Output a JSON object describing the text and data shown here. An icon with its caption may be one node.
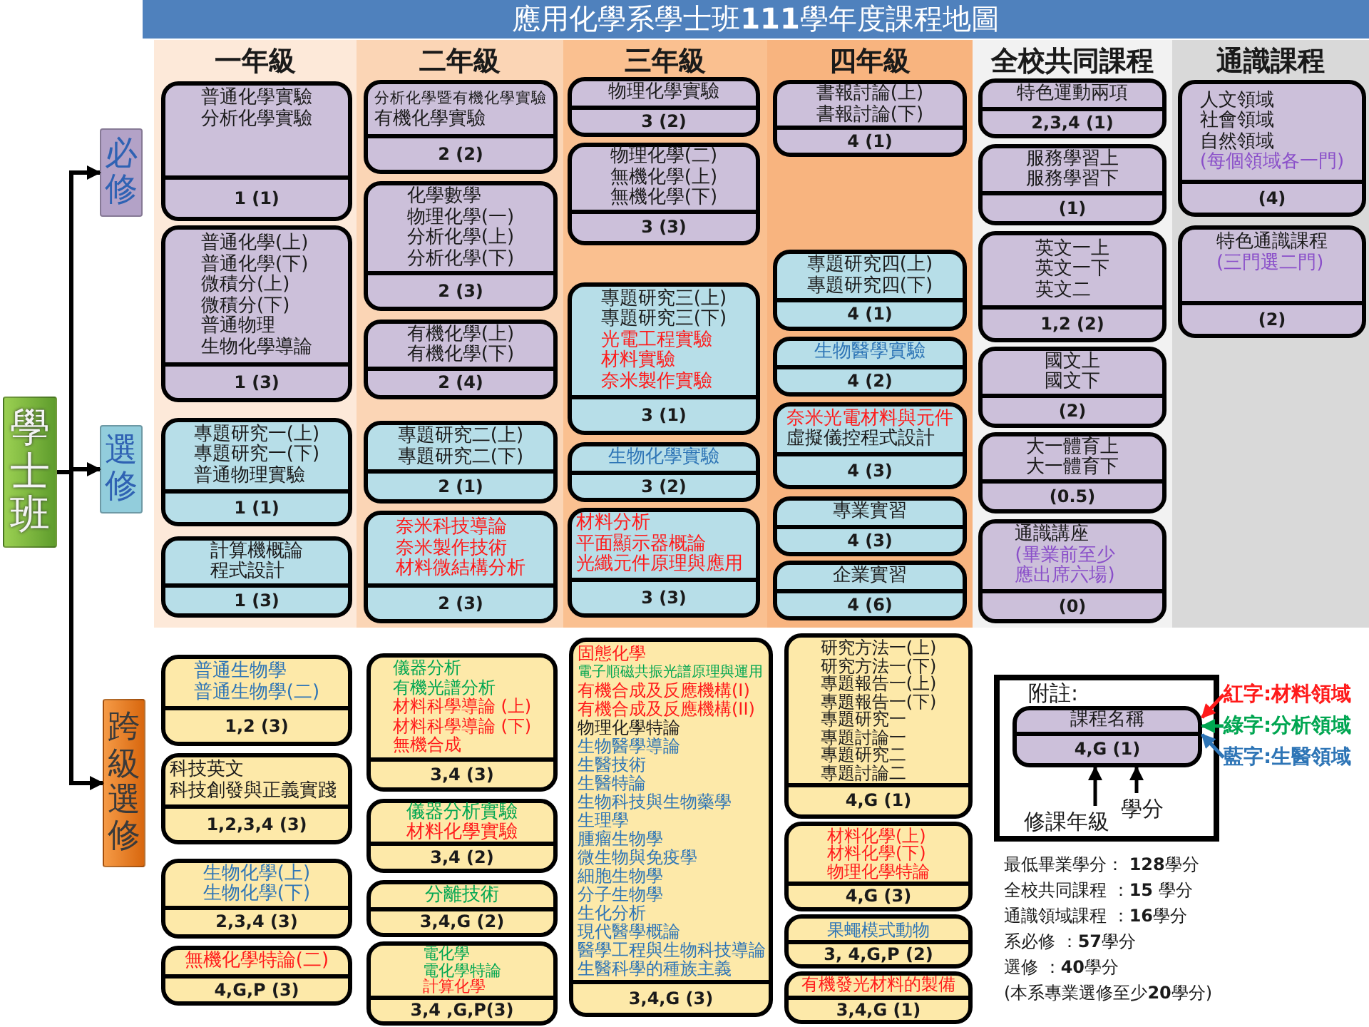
{
  "diagram": {
    "title": "應用化學系學士班**111**學年度課程地圖",
    "nodes": [
      {
        "text": [
          "學士班"
        ]
      },
      {
        "text": [
          "必修"
        ]
      },
      {
        "text": [
          "選修"
        ]
      },
      {
        "text": [
          "跨級選修"
        ]
      },
      {
        "text": [
          "一年級"
        ]
      },
      {
        "text": [
          "普通化學實驗",
          "分析化學實驗",
          "1 (1)"
        ],
        "in": 4
      },
      {
        "text": [
          "普通化學(上)",
          "普通化學(下)",
          "微積分(上)",
          "微積分(下)",
          "普通物理",
          "生物化學導論",
          "1 (3)"
        ],
        "in": 4
      },
      {
        "text": [
          "專題研究一(上)",
          "專題研究一(下)",
          "普通物理實驗",
          "1 (1)"
        ],
        "in": 4
      },
      {
        "text": [
          "計算機概論",
          "程式設計",
          "1 (3)"
        ],
        "in": 4
      },
      {
        "text": [
          "二年級"
        ]
      },
      {
        "text": [
          "分析化學暨有機化學實驗",
          "有機化學實驗",
          "2 (2)"
        ],
        "in": 9
      },
      {
        "text": [
          "化學數學",
          "物理化學(一)",
          "分析化學(上)",
          "分析化學(下)",
          "2 (3)"
        ],
        "in": 9
      },
      {
        "text": [
          "有機化學(上)",
          "有機化學(下)",
          "2 (4)"
        ],
        "in": 9
      },
      {
        "text": [
          "專題研究二(上)",
          "專題研究二(下)",
          "2 (1)"
        ],
        "in": 9
      },
      {
        "text": [
          "奈米科技導論",
          "奈米製作技術",
          "材料微結構分析",
          "2 (3)"
        ],
        "in": 9
      },
      {
        "text": [
          "三年級"
        ]
      },
      {
        "text": [
          "物理化學實驗",
          "3 (2)"
        ],
        "in": 15
      },
      {
        "text": [
          "物理化學(二)",
          "無機化學(上)",
          "無機化學(下)",
          "3 (3)"
        ],
        "in": 15
      },
      {
        "text": [
          "專題研究三(上)",
          "專題研究三(下)",
          "光電工程實驗",
          "材料實驗",
          "奈米製作實驗",
          "3 (1)"
        ],
        "in": 15
      },
      {
        "text": [
          "生物化學實驗",
          "3 (2)"
        ],
        "in": 15
      },
      {
        "text": [
          "材料分析",
          "平面顯示器概論",
          "光纖元件原理與應用",
          "3 (3)"
        ],
        "in": 15
      },
      {
        "text": [
          "四年級"
        ]
      },
      {
        "text": [
          "書報討論(上)",
          "書報討論(下)",
          "4 (1)"
        ],
        "in": 21
      },
      {
        "text": [
          "專題研究四(上)",
          "專題研究四(下)",
          "4 (1)"
        ],
        "in": 21
      },
      {
        "text": [
          "生物醫學實驗",
          "4 (2)"
        ],
        "in": 21
      },
      {
        "text": [
          "奈米光電材料與元件",
          "虛擬儀控程式設計",
          "4 (3)"
        ],
        "in": 21
      },
      {
        "text": [
          "專業實習",
          "4 (3)"
        ],
        "in": 21
      },
      {
        "text": [
          "企業實習",
          "4 (6)"
        ],
        "in": 21
      },
      {
        "text": [
          "全校共同課程"
        ]
      },
      {
        "text": [
          "特色運動兩項",
          "2,3,4 (1)"
        ],
        "in": 28
      },
      {
        "text": [
          "服務學習上",
          "服務學習下",
          "(1)"
        ],
        "in": 28
      },
      {
        "text": [
          "英文一上",
          "英文一下",
          "英文二",
          "1,2 (2)"
        ],
        "in": 28
      },
      {
        "text": [
          "國文上",
          "國文下",
          "(2)"
        ],
        "in": 28
      },
      {
        "text": [
          "大一體育上",
          "大一體育下",
          "(0.5)"
        ],
        "in": 28
      },
      {
        "text": [
          "通識講座",
          "(畢業前至少應出席六場)",
          "(0)"
        ],
        "in": 28
      },
      {
        "text": [
          "通識課程"
        ]
      },
      {
        "text": [
          "人文領域",
          "社會領域",
          "自然領域",
          "(每個領域各一門)",
          "(4)"
        ],
        "in": 35
      },
      {
        "text": [
          "特色通識課程",
          "(三門選二門)",
          "(2)"
        ],
        "in": 35
      },
      {
        "text": [
          "普通生物學",
          "普通生物學(二)",
          "1,2 (3)"
        ]
      },
      {
        "text": [
          "科技英文",
          "科技創發與正義實踐",
          "1,2,3,4 (3)"
        ]
      },
      {
        "text": [
          "生物化學(上)",
          "生物化學(下)",
          "2,3,4 (3)"
        ]
      },
      {
        "text": [
          "無機化學特論(二)",
          "4,G,P (3)"
        ]
      },
      {
        "text": [
          "儀器分析",
          "有機光譜分析",
          "材料科學導論 (上)",
          "材料科學導論 (下)",
          "無機合成",
          "3,4 (3)"
        ]
      },
      {
        "text": [
          "儀器分析實驗",
          "材料化學實驗",
          "3,4 (2)"
        ]
      },
      {
        "text": [
          "分離技術",
          "3,4,G (2)"
        ]
      },
      {
        "text": [
          "電化學",
          "電化學特論",
          "計算化學",
          "3,4 ,G,P(3)"
        ]
      },
      {
        "text": [
          "固態化學",
          "電子順磁共振光譜原理與運用",
          "有機合成及反應機構(I)",
          "有機合成及反應機構(II)",
          "物理化學特論",
          "生物醫學導論",
          "生醫技術",
          "生醫特論",
          "生物科技與生物藥學",
          "生理學",
          "腫瘤生物學",
          "微生物與免疫學",
          "細胞生物學",
          "分子生物學",
          "生化分析",
          "現代醫學概論",
          "醫學工程與生物科技導論",
          "生醫科學的種族主義",
          "3,4,G (3)"
        ]
      },
      {
        "text": [
          "研究方法一(上)",
          "研究方法一(下)",
          "專題報告一(上)",
          "專題報告一(下)",
          "專題研究一",
          "專題討論一",
          "專題研究二",
          "專題討論二",
          "4,G (1)"
        ]
      },
      {
        "text": [
          "材料化學(上)",
          "材料化學(下)",
          "物理化學特論",
          "4,G (3)"
        ]
      },
      {
        "text": [
          "果蠅模式動物",
          "3, 4,G,P (2)"
        ]
      },
      {
        "text": [
          "有機發光材料的製備",
          "3,4,G (1)"
        ]
      },
      {
        "text": [
          "附註:"
        ]
      },
      {
        "text": [
          "課程名稱",
          "4,G (1)"
        ],
        "in": 51
      },
      {
        "text": [
          "修課年級"
        ],
        "in": 51
      },
      {
        "text": [
          "學分"
        ],
        "in": 51
      },
      {
        "text": [
          "紅字:材料領域"
        ]
      },
      {
        "text": [
          "綠字:分析領域"
        ]
      },
      {
        "text": [
          "藍字:生醫領域"
        ]
      }
    ],
    "edges": [
      {
        "from": 0,
        "to": 1,
        "arrow": "to"
      },
      {
        "from": 0,
        "to": 2,
        "arrow": "to"
      },
      {
        "from": 0,
        "to": 3,
        "arrow": "to"
      },
      {
        "from": 53,
        "to": 52,
        "arrow": "to"
      },
      {
        "from": 54,
        "to": 52,
        "arrow": "to"
      },
      {
        "from": 55,
        "to": 52,
        "arrow": "to",
        "color": "#ff1a1a"
      },
      {
        "from": 56,
        "to": 52,
        "arrow": "to",
        "color": "#00a651"
      },
      {
        "from": 57,
        "to": 52,
        "arrow": "to",
        "color": "#2e75b6"
      }
    ],
    "labels": [
      "最低畢業學分： **128**學分",
      "全校共同課程 ：**15** 學分",
      "通識領域課程 ：**16**學分",
      "系必修 ：**57**學分",
      "選修 ：**40**學分",
      "(本系專業選修至少**20**學分)"
    ]
  }
}
